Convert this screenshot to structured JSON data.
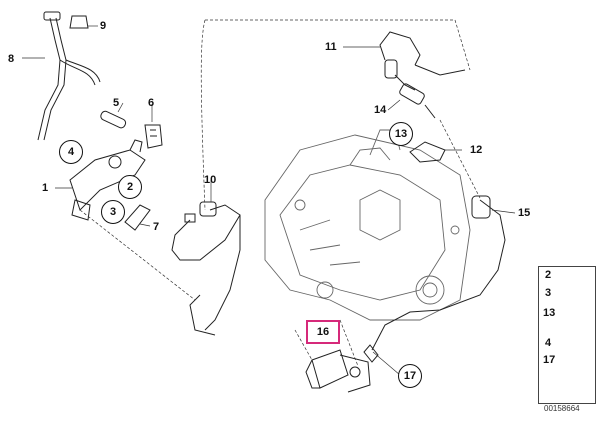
{
  "callouts": {
    "c1": "1",
    "c2": "2",
    "c3": "3",
    "c4": "4",
    "c5": "5",
    "c6": "6",
    "c7": "7",
    "c8": "8",
    "c9": "9",
    "c10": "10",
    "c11": "11",
    "c12": "12",
    "c13": "13",
    "c14": "14",
    "c15": "15",
    "c16": "16",
    "c17": "17"
  },
  "legend": {
    "l2": "2",
    "l3": "3",
    "l13": "13",
    "l4": "4",
    "l17": "17"
  },
  "document_number": "00158664",
  "colors": {
    "highlight": "#d6297a",
    "line": "#111111"
  }
}
